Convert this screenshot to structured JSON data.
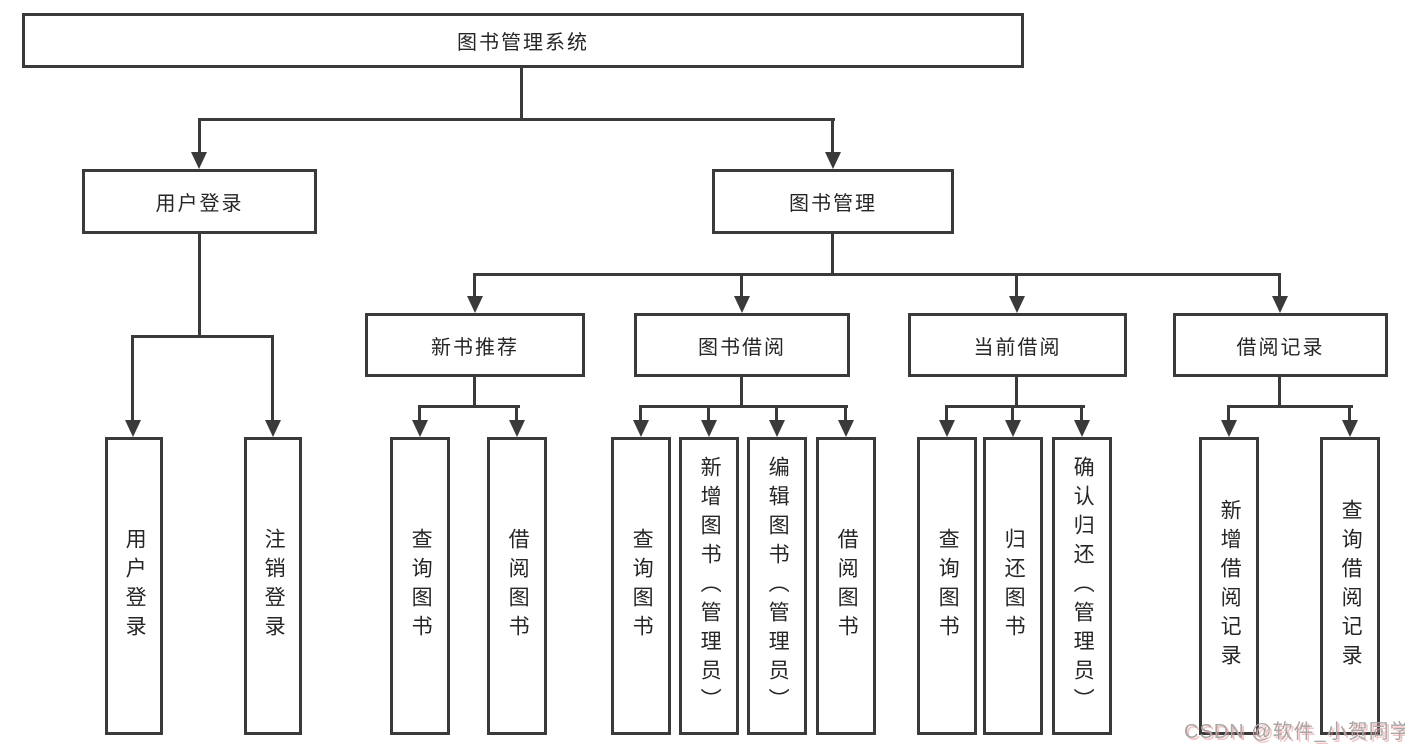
{
  "diagram": {
    "root": "图书管理系统",
    "level2": [
      "用户登录",
      "图书管理"
    ],
    "login_children": [
      "用户登录",
      "注销登录"
    ],
    "management_children": [
      "新书推荐",
      "图书借阅",
      "当前借阅",
      "借阅记录"
    ],
    "recommend_children": [
      "查询图书",
      "借阅图书"
    ],
    "borrow_children": [
      "查询图书",
      "新增图书（管理员）",
      "编辑图书（管理员）",
      "借阅图书"
    ],
    "current_children": [
      "查询图书",
      "归还图书",
      "确认归还（管理员）"
    ],
    "record_children": [
      "新增借阅记录",
      "查询借阅记录"
    ]
  },
  "watermark": {
    "text": "CSDN @软件_小贺同学"
  },
  "colors": {
    "line": "#3a3a3a",
    "text": "#262626",
    "background": "#ffffff",
    "watermark_gray": "#a8a8a8",
    "watermark_pink": "#ec8e8e"
  }
}
